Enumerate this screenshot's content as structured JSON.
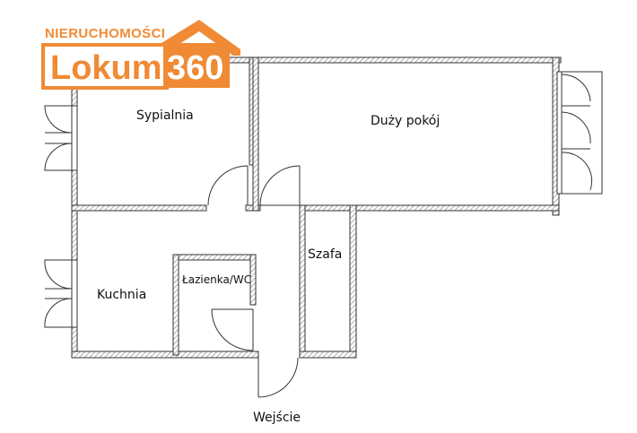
{
  "logo": {
    "top_text": "NIERUCHOMOŚCI",
    "main_text": "Lokum",
    "number_text": "360",
    "brand_color": "#f08a35"
  },
  "rooms": {
    "bedroom": "Sypialnia",
    "living_room": "Duży pokój",
    "kitchen": "Kuchnia",
    "bathroom": "Łazienka/WC",
    "wardrobe": "Szafa",
    "entrance": "Wejście"
  },
  "colors": {
    "wall": "#333333",
    "hatch": "#b5b5b5",
    "background": "#ffffff"
  }
}
